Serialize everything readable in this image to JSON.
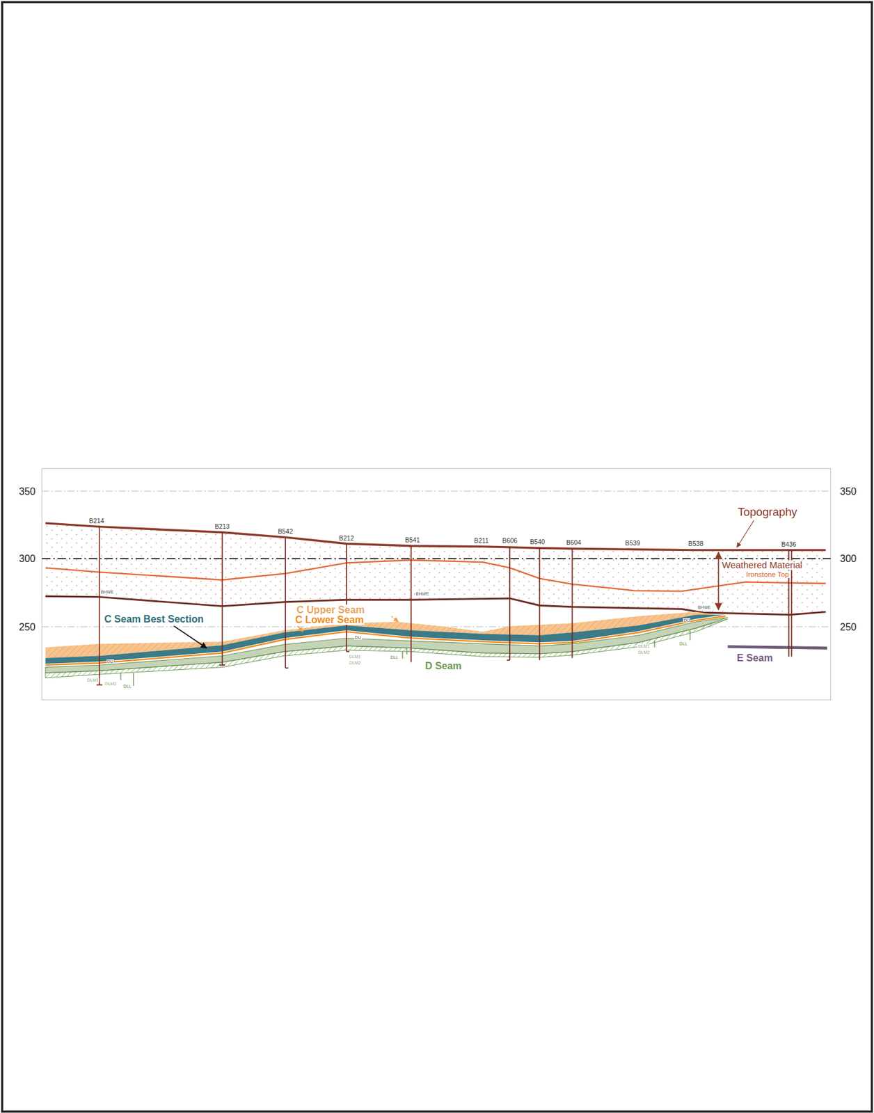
{
  "diagram": {
    "labels": [
      "350",
      "350",
      "300",
      "300",
      "250",
      "250",
      "B214",
      "B213",
      "B542",
      "B212",
      "B541",
      "B211",
      "B606",
      "B540",
      "B604",
      "B539",
      "B538",
      "B436",
      "Topography",
      "Weathered Material",
      "Ironstone Top",
      "BHWE",
      "BHWE",
      "BHWE",
      "C Upper Seam",
      "C Lower Seam",
      "C Seam Best Section",
      "DU",
      "DU",
      "DU",
      "DLM1",
      "DLM2",
      "DLL",
      "DLM1",
      "DLM2",
      "DLL",
      "DLM1",
      "DLM2",
      "DLL",
      "D Seam",
      "E Seam"
    ]
  }
}
